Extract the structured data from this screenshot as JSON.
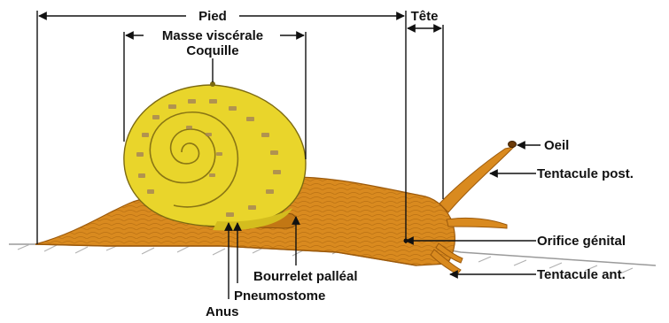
{
  "labels": {
    "pied": "Pied",
    "tete": "Tête",
    "masse_viscerale": "Masse viscérale",
    "coquille": "Coquille",
    "oeil": "Oeil",
    "tentacule_post": "Tentacule post.",
    "orifice_genital": "Orifice génital",
    "tentacule_ant": "Tentacule ant.",
    "bourrelet_palleal": "Bourrelet palléal",
    "pneumostome": "Pneumostome",
    "anus": "Anus"
  },
  "colors": {
    "body": "#d98a1f",
    "body_dark": "#b36a10",
    "shell": "#e9d52b",
    "shell_mark": "#a07c5a",
    "ground": "#8c8c8c",
    "line": "#111111"
  }
}
